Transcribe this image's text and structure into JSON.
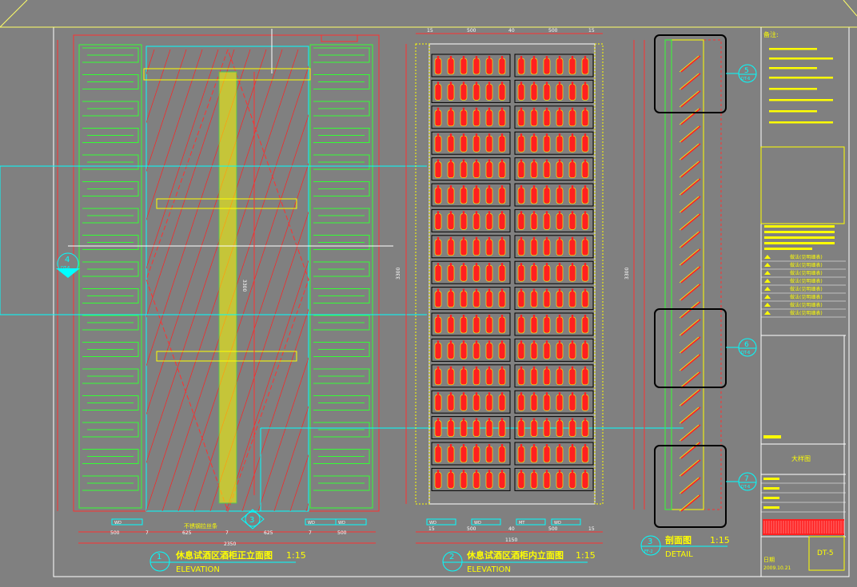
{
  "drawing": {
    "colors": {
      "background": "#808080",
      "frame": "#ffffff",
      "wine_rack": "#33ff33",
      "glass": "#ff2020",
      "axis": "#00ffff",
      "text": "#ffff00",
      "dimension": "#ff3030"
    },
    "views": {
      "v1": {
        "num": "1",
        "title": "休息试酒区酒柜正立面图",
        "scale": "1:15",
        "sub": "ELEVATION"
      },
      "v2": {
        "num": "2",
        "title": "休息试酒区酒柜内立面图",
        "scale": "1:15",
        "sub": "ELEVATION"
      },
      "v3": {
        "num": "3",
        "title": "剖面图",
        "scale": "1:15",
        "sub": "DETAIL",
        "ref": "FF-2"
      }
    },
    "callouts": [
      {
        "num": "4",
        "ref": "DT-6"
      },
      {
        "num": "3",
        "ref": ""
      },
      {
        "num": "5",
        "ref": "DT-6"
      },
      {
        "num": "6",
        "ref": "DT-6"
      },
      {
        "num": "7",
        "ref": "DT-6"
      }
    ],
    "dims": {
      "v1_bottom": [
        "500",
        "7",
        "625",
        "7",
        "625",
        "7",
        "500"
      ],
      "v1_total": "2350",
      "v2_top": [
        "15",
        "500",
        "40",
        "500",
        "15"
      ],
      "v2_bottom": [
        "15",
        "500",
        "40",
        "500",
        "15"
      ],
      "v2_total": "1150",
      "v2_height": "3300",
      "v3_height": "3300",
      "v1_center_height": "3300"
    },
    "notes": {
      "v1_note": "不锈钢拉丝条",
      "material_tags": [
        "WD",
        "WD",
        "WD",
        "MT",
        "WD"
      ]
    },
    "title_block": {
      "notes_heading": "备注:",
      "legend": [
        "做法(见明细表)",
        "做法(见明细表)",
        "做法(见明细表)",
        "做法(见明细表)",
        "做法(见明细表)",
        "做法(见明细表)",
        "做法(见明细表)",
        "做法(见明细表)"
      ],
      "project": "大样图",
      "drawing_no": "DT-5",
      "date_label": "日期",
      "date": "2009.10.21"
    }
  }
}
